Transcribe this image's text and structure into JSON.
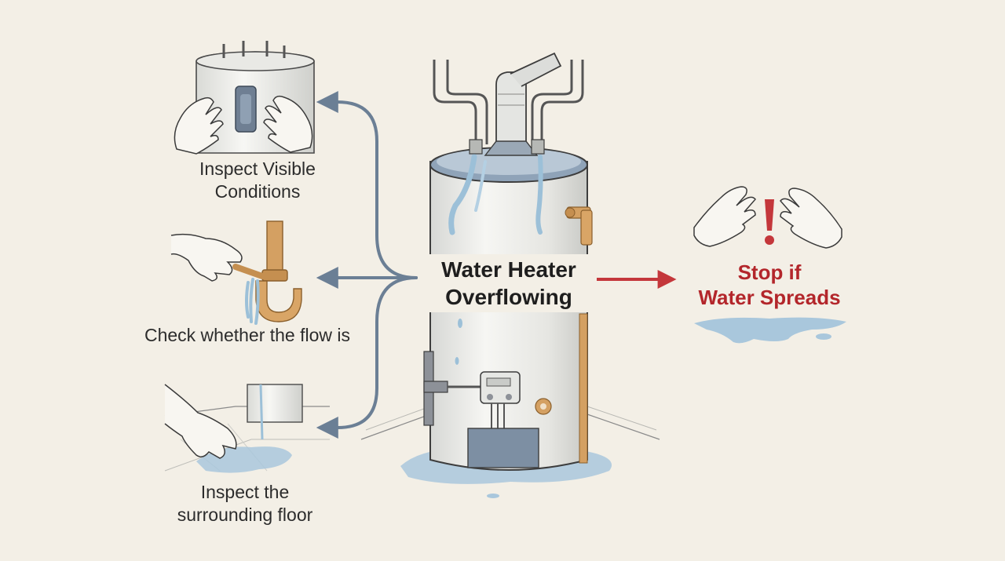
{
  "center": {
    "line1": "Water Heater",
    "line2": "Overflowing"
  },
  "steps": [
    {
      "line1": "Inspect Visible",
      "line2": "Conditions"
    },
    {
      "line1": "Check whether the flow is"
    },
    {
      "line1": "Inspect the",
      "line2": "surrounding floor"
    }
  ],
  "warning": {
    "line1": "Stop if",
    "line2": "Water Spreads",
    "symbol": "!"
  },
  "colors": {
    "background": "#f3efe6",
    "arrow_blue": "#6b7f95",
    "arrow_red": "#c4373b",
    "warning_text": "#b3262b",
    "water": "#a9c7dc",
    "pipe_copper": "#d4a062",
    "tank_top": "#8fa3b8"
  },
  "icons": [
    "hands-on-tank-icon",
    "hand-on-valve-icon",
    "hand-on-wet-floor-icon",
    "water-heater-icon",
    "raised-hands-icon",
    "exclamation-icon",
    "puddle-icon"
  ]
}
